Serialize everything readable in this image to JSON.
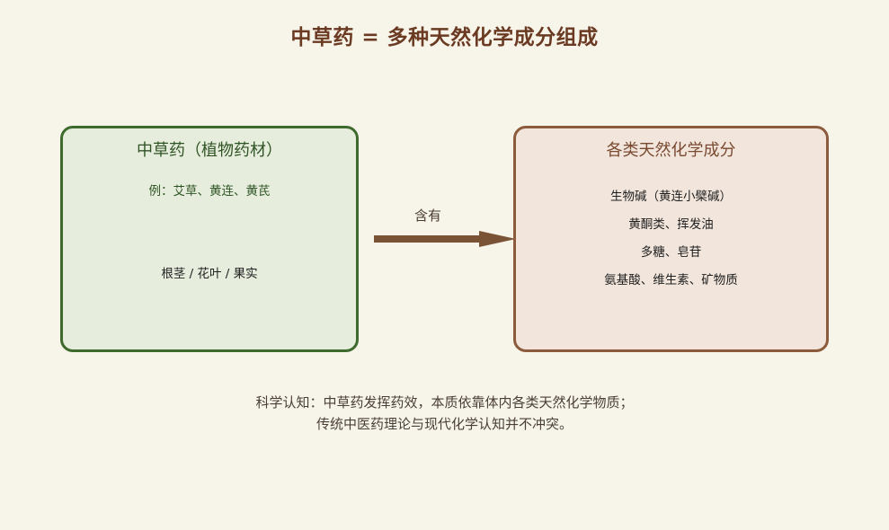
{
  "title": "中草药 = 多种天然化学成分组成",
  "left_box": {
    "heading": "中草药（植物药材）",
    "example": "例：艾草、黄连、黄芪",
    "parts": "根茎 / 花叶 / 果实"
  },
  "arrow_label": "含有",
  "right_box": {
    "heading": "各类天然化学成分",
    "items": [
      "生物碱（黄连小檗碱）",
      "黄酮类、挥发油",
      "多糖、皂苷",
      "氨基酸、维生素、矿物质"
    ]
  },
  "footer": {
    "line1": "科学认知：中草药发挥药效，本质依靠体内各类天然化学物质；",
    "line2": "传统中医药理论与现代化学认知并不冲突。"
  },
  "colors": {
    "background": "#f7f4e9",
    "title": "#6b3a22",
    "left_border": "#3e6a2e",
    "left_fill": "#e7eddd",
    "right_border": "#8c5a3c",
    "right_fill": "#f1e5dc",
    "arrow": "#7a5236"
  }
}
